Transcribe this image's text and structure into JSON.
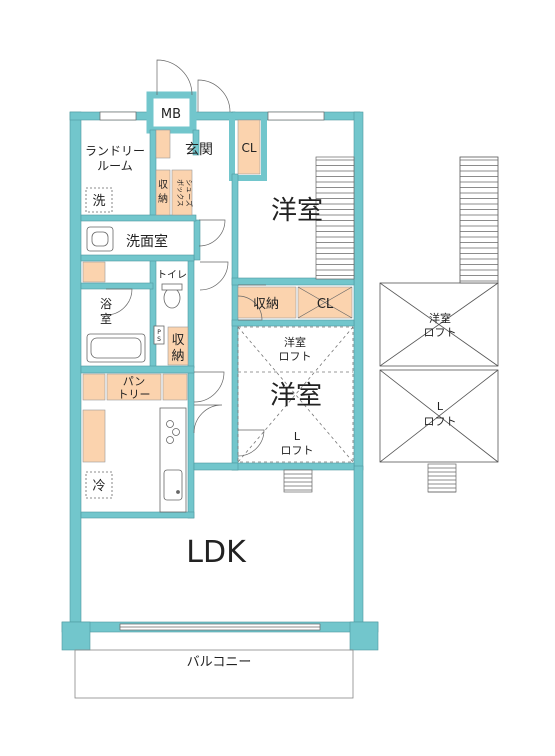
{
  "rooms": {
    "mb": "MB",
    "entrance": "玄関",
    "laundry_line1": "ランドリー",
    "laundry_line2": "ルーム",
    "washer": "洗",
    "storage_small_line1": "収",
    "storage_small_line2": "納",
    "shoebox_line1": "シューズ",
    "shoebox_line2": "ボックス",
    "closet_top": "CL",
    "western_room_1": "洋室",
    "washroom": "洗面室",
    "toilet": "トイレ",
    "bath_line1": "浴",
    "bath_line2": "室",
    "storage_line1": "収",
    "storage_line2": "納",
    "ps_line1": "P",
    "ps_line2": "S",
    "storage_mid": "収納",
    "closet_mid": "CL",
    "western_loft_line1": "洋室",
    "western_loft_line2": "ロフト",
    "western_room_2": "洋室",
    "l_loft_line1": "L",
    "l_loft_line2": "ロフト",
    "pantry_line1": "パン",
    "pantry_line2": "トリー",
    "fridge": "冷",
    "ldk": "LDK",
    "balcony": "バルコニー",
    "side_western_loft_line1": "洋室",
    "side_western_loft_line2": "ロフト",
    "side_l_loft_line1": "L",
    "side_l_loft_line2": "ロフト"
  },
  "colors": {
    "wall": "#72C6CC",
    "wall_stroke": "#4f9aa0",
    "storage_fill": "#FBD3AE",
    "room_fill": "#ffffff",
    "line": "#666666"
  }
}
